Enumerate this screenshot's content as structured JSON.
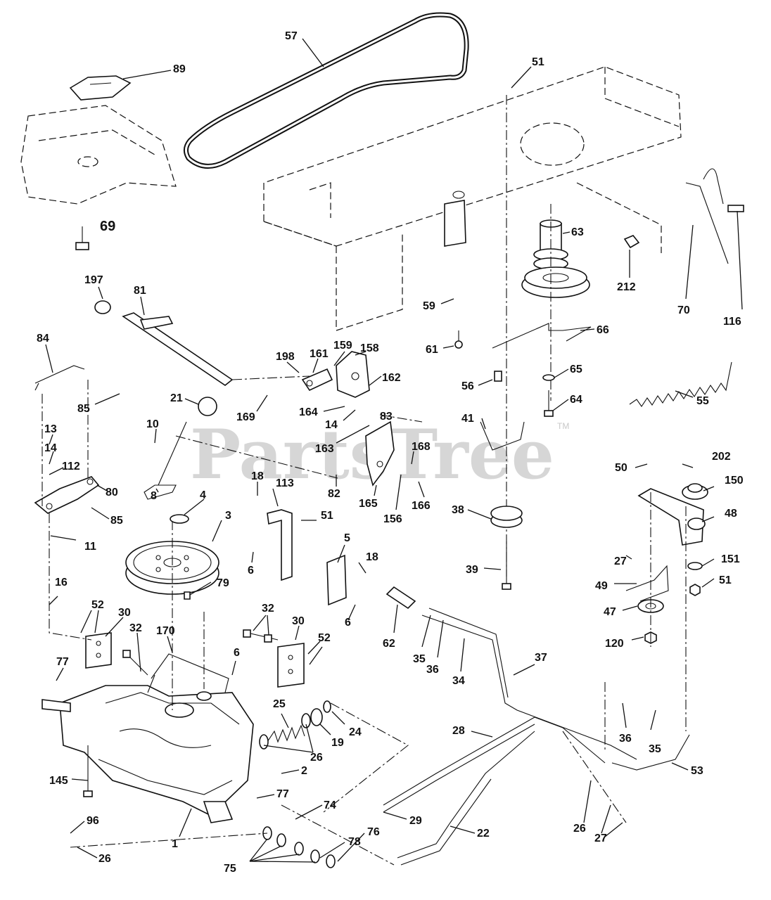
{
  "watermark": {
    "text": "PartsTree",
    "trademark": "TM"
  },
  "callouts": [
    "57",
    "51",
    "89",
    "69",
    "63",
    "212",
    "70",
    "116",
    "59",
    "61",
    "66",
    "197",
    "81",
    "84",
    "85",
    "198",
    "161",
    "159",
    "158",
    "162",
    "56",
    "65",
    "64",
    "55",
    "21",
    "169",
    "164",
    "14",
    "83",
    "41",
    "10",
    "163",
    "168",
    "13",
    "14",
    "112",
    "80",
    "85",
    "8",
    "18",
    "113",
    "82",
    "165",
    "156",
    "166",
    "50",
    "202",
    "150",
    "48",
    "4",
    "3",
    "51",
    "38",
    "11",
    "6",
    "5",
    "18",
    "39",
    "27",
    "151",
    "51",
    "79",
    "49",
    "16",
    "6",
    "52",
    "30",
    "47",
    "32",
    "32",
    "30",
    "52",
    "62",
    "35",
    "36",
    "120",
    "170",
    "37",
    "34",
    "77",
    "6",
    "25",
    "24",
    "19",
    "28",
    "26",
    "2",
    "36",
    "35",
    "53",
    "145",
    "77",
    "74",
    "29",
    "22",
    "96",
    "78",
    "76",
    "26",
    "27",
    "26",
    "1",
    "75"
  ]
}
